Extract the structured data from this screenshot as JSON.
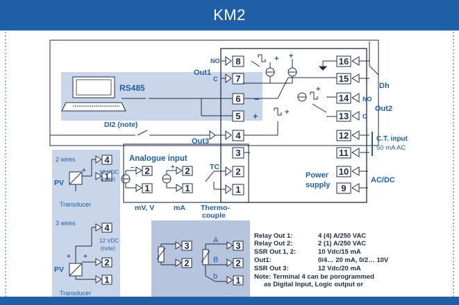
{
  "title": "KM2",
  "colors": {
    "brand": "#1f5fa7",
    "panel": "#c9d6ea",
    "panel_dark": "#b6c4de",
    "ink": "#1f2a44"
  },
  "labels": {
    "rs485": "RS485",
    "di2": "DI2 (note)",
    "out1": "Out1",
    "out2": "Out2",
    "out3": "Out3",
    "dh": "Dh",
    "no": "NO",
    "c": "C",
    "minus": "–",
    "plus": "+",
    "analogue_input": "Analogue input",
    "tc": "TC",
    "mv_v": "mV, V",
    "ma": "mA",
    "thermo": "Thermo-",
    "couple": "couple",
    "two_wires": "2 wires",
    "three_wires": "3 wires",
    "vdc12": "12 VDC",
    "note": "(note)",
    "pv": "PV",
    "transducer": "Transducer",
    "power": "Power",
    "supply": "supply",
    "ct_input": "C.T. input",
    "ct_range": "50 mA AC",
    "acdc": "AC/DC",
    "a": "A",
    "b_upper": "B",
    "b_lower": "b"
  },
  "terminals": {
    "t1": "1",
    "t2": "2",
    "t3": "3",
    "t4": "4",
    "t5": "5",
    "t6": "6",
    "t7": "7",
    "t8": "8",
    "t9": "9",
    "t10": "10",
    "t11": "11",
    "t12": "12",
    "t13": "13",
    "t14": "14",
    "t15": "15",
    "t16": "16"
  },
  "specs": [
    {
      "label": "Relay Out 1:",
      "value": "4 (4) A/250 VAC"
    },
    {
      "label": "Relay Out 2:",
      "value": "2 (1) A/250 VAC"
    },
    {
      "label": "SSR Out 1, 2:",
      "value": "10 Vdc/15 mA"
    },
    {
      "label": "Out1:",
      "value": "0/4… 20 mA, 0/2… 10V"
    },
    {
      "label": "SSR Out 3:",
      "value": "12 Vdc/20 mA"
    }
  ],
  "note_line1": "Note: Terminal 4 can be porogrammed",
  "note_line2": "as Digital Input, Logic output or"
}
